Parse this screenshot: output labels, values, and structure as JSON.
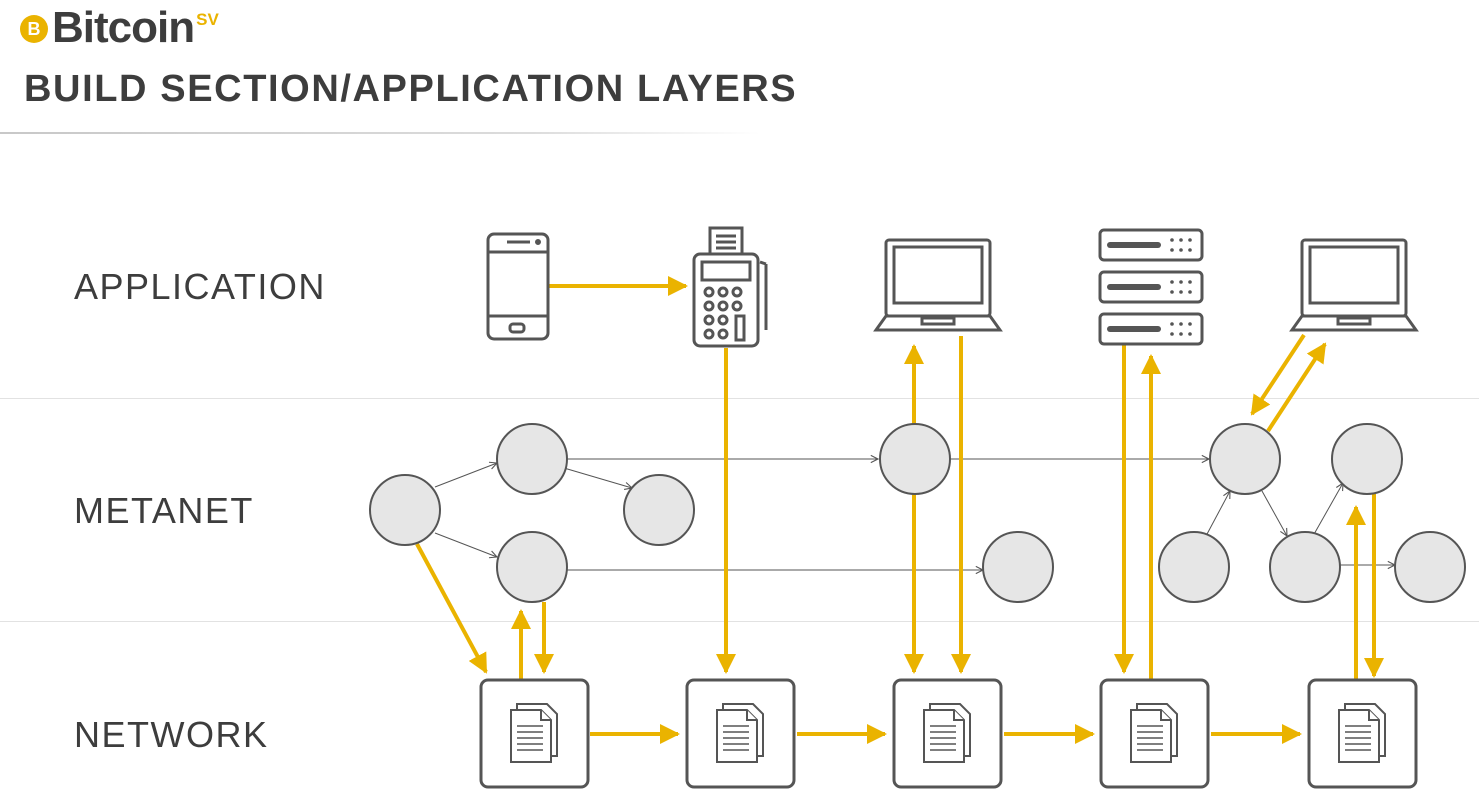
{
  "logo": {
    "coin_symbol": "B",
    "brand_word": "Bitcoin",
    "brand_suffix": "SV"
  },
  "title": "BUILD SECTION/APPLICATION LAYERS",
  "layers": {
    "application": "APPLICATION",
    "metanet": "METANET",
    "network": "NETWORK"
  },
  "colors": {
    "accent": "#eab300",
    "text": "#3d3d3d",
    "node_fill": "#e6e6e6",
    "node_stroke": "#555555"
  },
  "application_devices": [
    "smartphone-icon",
    "pos-terminal-icon",
    "laptop-icon",
    "server-rack-icon",
    "laptop-icon"
  ],
  "network_nodes": [
    "document-icon",
    "document-icon",
    "document-icon",
    "document-icon",
    "document-icon"
  ]
}
